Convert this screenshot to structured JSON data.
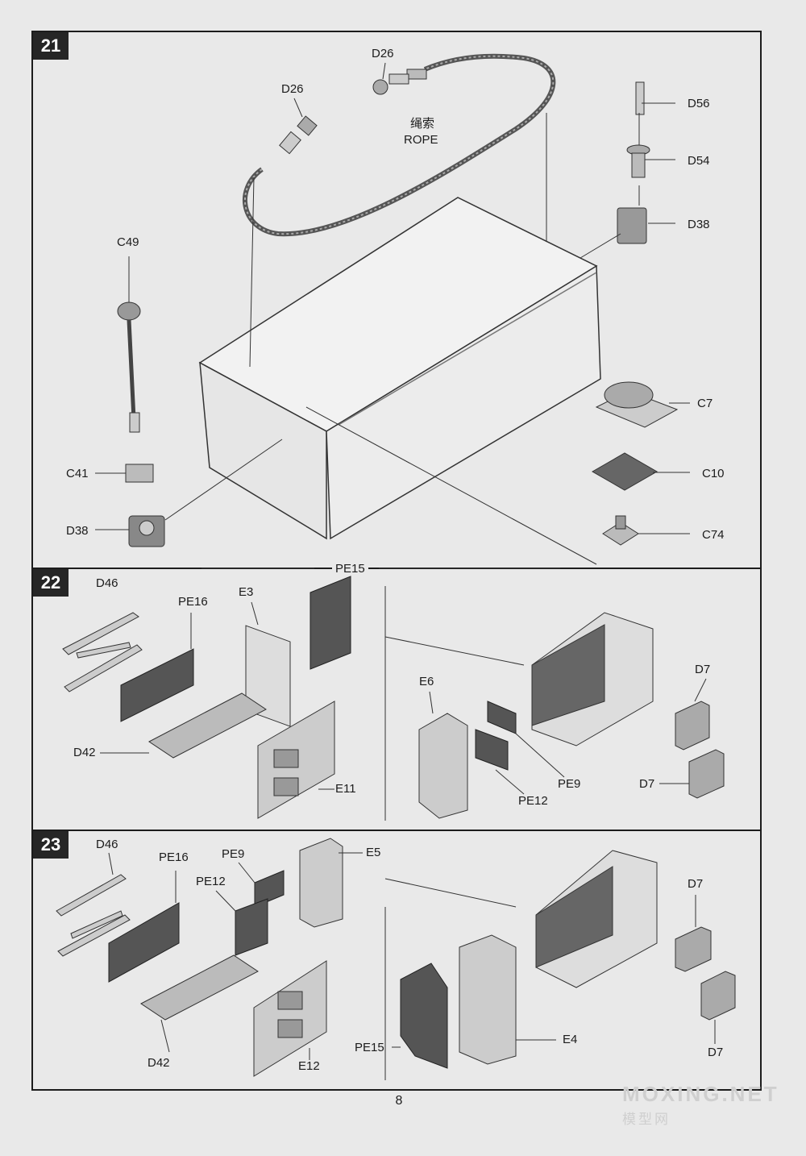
{
  "steps": [
    {
      "number": "21"
    },
    {
      "number": "22"
    },
    {
      "number": "23"
    }
  ],
  "step21": {
    "labels": {
      "d26_top": "D26",
      "d26_left": "D26",
      "rope_cn": "绳索",
      "rope_en": "ROPE",
      "d56": "D56",
      "d54": "D54",
      "d38_right": "D38",
      "c49": "C49",
      "c7": "C7",
      "c10": "C10",
      "c41": "C41",
      "d38_left": "D38",
      "c74": "C74"
    }
  },
  "step22": {
    "labels": {
      "pe15": "PE15",
      "d46": "D46",
      "pe16": "PE16",
      "e3": "E3",
      "d42": "D42",
      "e11": "E11",
      "e6": "E6",
      "d7_upper": "D7",
      "d7_lower": "D7",
      "pe9": "PE9",
      "pe12": "PE12"
    }
  },
  "step23": {
    "labels": {
      "d46": "D46",
      "pe16": "PE16",
      "pe9": "PE9",
      "e5": "E5",
      "pe12": "PE12",
      "d7_upper": "D7",
      "d42": "D42",
      "e12": "E12",
      "pe15": "PE15",
      "e4": "E4",
      "d7_lower": "D7"
    }
  },
  "footer": {
    "page_number": "8",
    "watermark_title": "MOXING.NET",
    "watermark_sub": "模型网"
  }
}
